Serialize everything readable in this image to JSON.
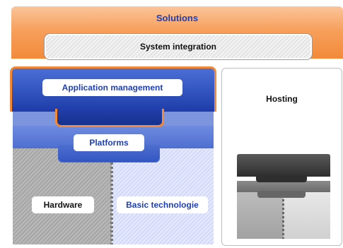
{
  "solutions": {
    "label": "Solutions"
  },
  "system_integration": {
    "label": "System integration"
  },
  "application_management": {
    "label": "Application management"
  },
  "platforms": {
    "label": "Platforms"
  },
  "hardware": {
    "label": "Hardware"
  },
  "basic_technologie": {
    "label": "Basic technologie"
  },
  "hosting": {
    "label": "Hosting"
  },
  "colors": {
    "solutions_orange": "#f7a05c",
    "outline_orange": "#f08a3a",
    "app_blue": "#1d3ca9",
    "platform_blue": "#4e6fd0",
    "label_blue": "#1f3fb3"
  }
}
